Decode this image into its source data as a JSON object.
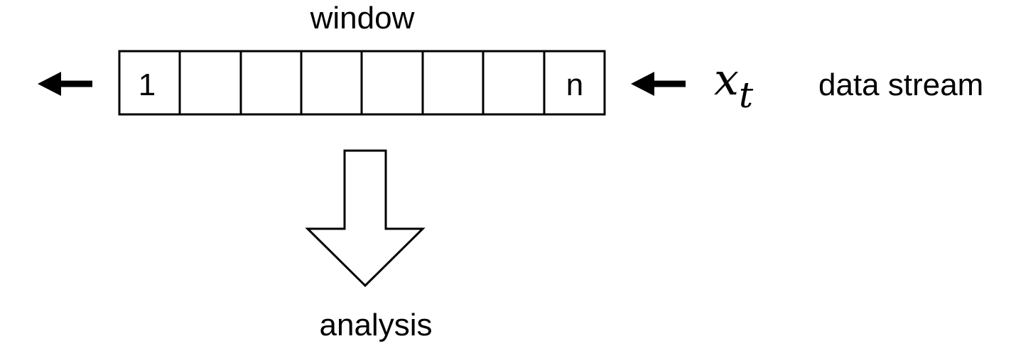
{
  "diagram": {
    "window_label": "window",
    "cells": [
      "1",
      "",
      "",
      "",
      "",
      "",
      "",
      "n"
    ],
    "input_symbol_base": "x",
    "input_symbol_subscript": "t",
    "stream_label": "data stream",
    "output_label": "analysis"
  }
}
